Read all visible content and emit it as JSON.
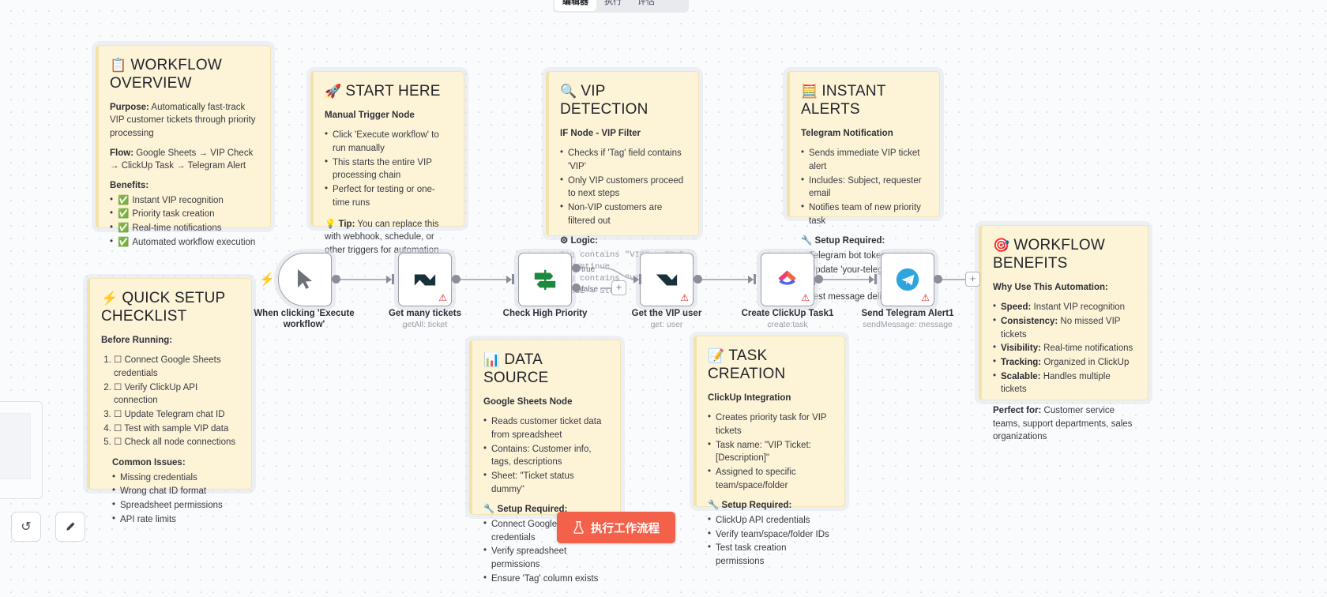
{
  "topbar": {
    "tabs": [
      {
        "label": "编辑器",
        "active": true
      },
      {
        "label": "执行",
        "active": false
      },
      {
        "label": "评估",
        "active": false
      }
    ]
  },
  "notes": {
    "overview": {
      "icon": "clipboard-icon",
      "title": "WORKFLOW OVERVIEW",
      "purpose_label": "Purpose:",
      "purpose_text": " Automatically fast-track VIP customer tickets through priority processing",
      "flow_label": "Flow:",
      "flow_text": " Google Sheets → VIP Check → ClickUp Task → Telegram Alert",
      "benefits_label": "Benefits:",
      "benefits": [
        "Instant VIP recognition",
        "Priority task creation",
        "Real-time notifications",
        "Automated workflow execution"
      ]
    },
    "start_here": {
      "icon": "rocket-icon",
      "title": "START HERE",
      "subtitle": "Manual Trigger Node",
      "bullets": [
        "Click 'Execute workflow' to run manually",
        "This starts the entire VIP processing chain",
        "Perfect for testing or one-time runs"
      ],
      "tip_label": "Tip:",
      "tip_text": " You can replace this with webhook, schedule, or other triggers for automation"
    },
    "vip_detection": {
      "icon": "magnifier-icon",
      "title": "VIP DETECTION",
      "subtitle": "IF Node - VIP Filter",
      "bullets": [
        "Checks if 'Tag' field contains 'VIP'",
        "Only VIP customers proceed to next steps",
        "Non-VIP customers are filtered out"
      ],
      "logic_label": "Logic:",
      "logic_lines": [
        "Tag contains \"VIP\" = TRUE → Continue",
        "Tag contains \"VIP\" = FALSE → Stop"
      ]
    },
    "instant_alerts": {
      "icon": "calculator-icon",
      "title": "INSTANT ALERTS",
      "subtitle": "Telegram Notification",
      "bullets": [
        "Sends immediate VIP ticket alert",
        "Includes: Subject, requester email",
        "Notifies team of new priority task"
      ],
      "setup_label": "Setup Required:",
      "setup": [
        "Telegram bot token",
        "Update 'your-telegram-chat-id'",
        "Test message delivery"
      ]
    },
    "quick_setup": {
      "icon": "bolt-icon",
      "title": "QUICK SETUP CHECKLIST",
      "subtitle": "Before Running:",
      "steps": [
        "☐ Connect Google Sheets credentials",
        "☐ Verify ClickUp API connection",
        "☐ Update Telegram chat ID",
        "☐ Test with sample VIP data",
        "☐ Check all node connections"
      ],
      "issues_label": "Common Issues:",
      "issues": [
        "Missing credentials",
        "Wrong chat ID format",
        "Spreadsheet permissions",
        "API rate limits"
      ]
    },
    "data_source": {
      "icon": "bar-chart-icon",
      "title": "DATA SOURCE",
      "subtitle": "Google Sheets Node",
      "bullets": [
        "Reads customer ticket data from spreadsheet",
        "Contains: Customer info, tags, descriptions",
        "Sheet: \"Ticket status dummy\""
      ],
      "setup_label": "Setup Required:",
      "setup": [
        "Connect Google Sheets credentials",
        "Verify spreadsheet permissions",
        "Ensure 'Tag' column exists"
      ]
    },
    "task_creation": {
      "icon": "memo-icon",
      "title": "TASK CREATION",
      "subtitle": "ClickUp Integration",
      "bullets": [
        "Creates priority task for VIP tickets",
        "Task name: \"VIP Ticket: [Description]\"",
        "Assigned to specific team/space/folder"
      ],
      "setup_label": "Setup Required:",
      "setup": [
        "ClickUp API credentials",
        "Verify team/space/folder IDs",
        "Test task creation permissions"
      ]
    },
    "benefits": {
      "icon": "target-icon",
      "title": "WORKFLOW BENEFITS",
      "subtitle": "Why Use This Automation:",
      "items": [
        {
          "label": "Speed:",
          "text": " Instant VIP recognition"
        },
        {
          "label": "Consistency:",
          "text": " No missed VIP tickets"
        },
        {
          "label": "Visibility:",
          "text": " Real-time notifications"
        },
        {
          "label": "Tracking:",
          "text": " Organized in ClickUp"
        },
        {
          "label": "Scalable:",
          "text": " Handles multiple tickets"
        }
      ],
      "perfect_label": "Perfect for:",
      "perfect_text": " Customer service teams, support departments, sales organizations"
    }
  },
  "nodes": [
    {
      "name": "manual-trigger",
      "label": "When clicking 'Execute workflow'",
      "subtitle": "",
      "icon": "cursor-icon",
      "warning": false
    },
    {
      "name": "get-many-tickets",
      "label": "Get many tickets",
      "subtitle": "getAll: ticket",
      "icon": "zendesk-icon",
      "warning": true
    },
    {
      "name": "check-high-priority",
      "label": "Check High Priority",
      "subtitle": "",
      "icon": "if-signpost-icon",
      "warning": false
    },
    {
      "name": "get-the-vip-user",
      "label": "Get the VIP user",
      "subtitle": "get: user",
      "icon": "zendesk-icon",
      "warning": true
    },
    {
      "name": "create-clickup-task",
      "label": "Create ClickUp Task1",
      "subtitle": "create:task",
      "icon": "clickup-icon",
      "warning": true
    },
    {
      "name": "send-telegram-alert",
      "label": "Send Telegram Alert1",
      "subtitle": "sendMessage: message",
      "icon": "telegram-icon",
      "warning": true
    }
  ],
  "ports": {
    "true": "true",
    "false": "false",
    "add": "+"
  },
  "controls": {
    "undo": "↺",
    "tidy": "⌁",
    "execute_button": "执行工作流程",
    "execute_icon": "flask-icon"
  },
  "colors": {
    "note_bg": "#fdf4d7",
    "execute_button": "#f4614a",
    "warning": "#e02020",
    "accent_green": "#27ae60"
  }
}
